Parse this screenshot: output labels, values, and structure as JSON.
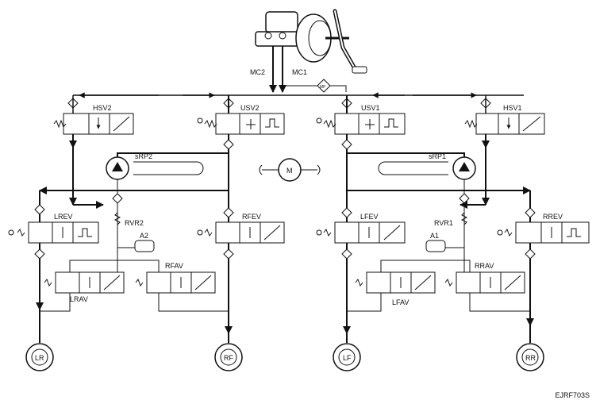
{
  "labels": {
    "mc1": "MC1",
    "mc2": "MC2",
    "motor": "M",
    "hsv1": "HSV1",
    "hsv2": "HSV2",
    "usv1": "USV1",
    "usv2": "USV2",
    "srp1": "sRP1",
    "srp2": "sRP2",
    "rvr1": "RVR1",
    "rvr2": "RVR2",
    "a1": "A1",
    "a2": "A2",
    "lfev": "LFEV",
    "rfev": "RFEV",
    "lrev": "LREV",
    "rrev": "RREV",
    "lfav": "LFAV",
    "rfav": "RFAV",
    "lrav": "LRAV",
    "rrav": "RRAV",
    "wheel_lr": "LR",
    "wheel_rf": "RF",
    "wheel_lf": "LF",
    "wheel_rr": "RR"
  },
  "figure_code": "EJRF703S"
}
